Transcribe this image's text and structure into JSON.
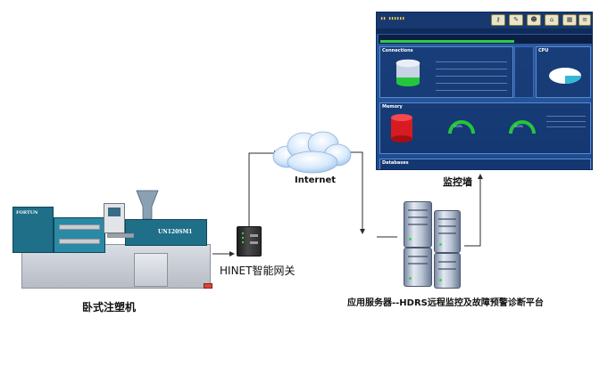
{
  "labels": {
    "machine": "卧式注塑机",
    "gateway": "HINET智能网关",
    "internet": "Internet",
    "wall": "监控墙",
    "server": "应用服务器--HDRS远程监控及故障预警诊断平台"
  },
  "monitor": {
    "panels": {
      "connections": "Connections",
      "cpu": "CPU",
      "memory": "Memory",
      "databases": "Databases"
    },
    "gauge_values": [
      "100%",
      "100%"
    ]
  },
  "machine_plate": {
    "brand": "FORTUN",
    "model": "UN120SM1"
  },
  "colors": {
    "connector": "#2b2b2b",
    "cloud": "#d7e9fb",
    "panel_teal": "#1f6f89",
    "green_gauge": "#24c63c",
    "red_cylinder": "#d61b22"
  }
}
